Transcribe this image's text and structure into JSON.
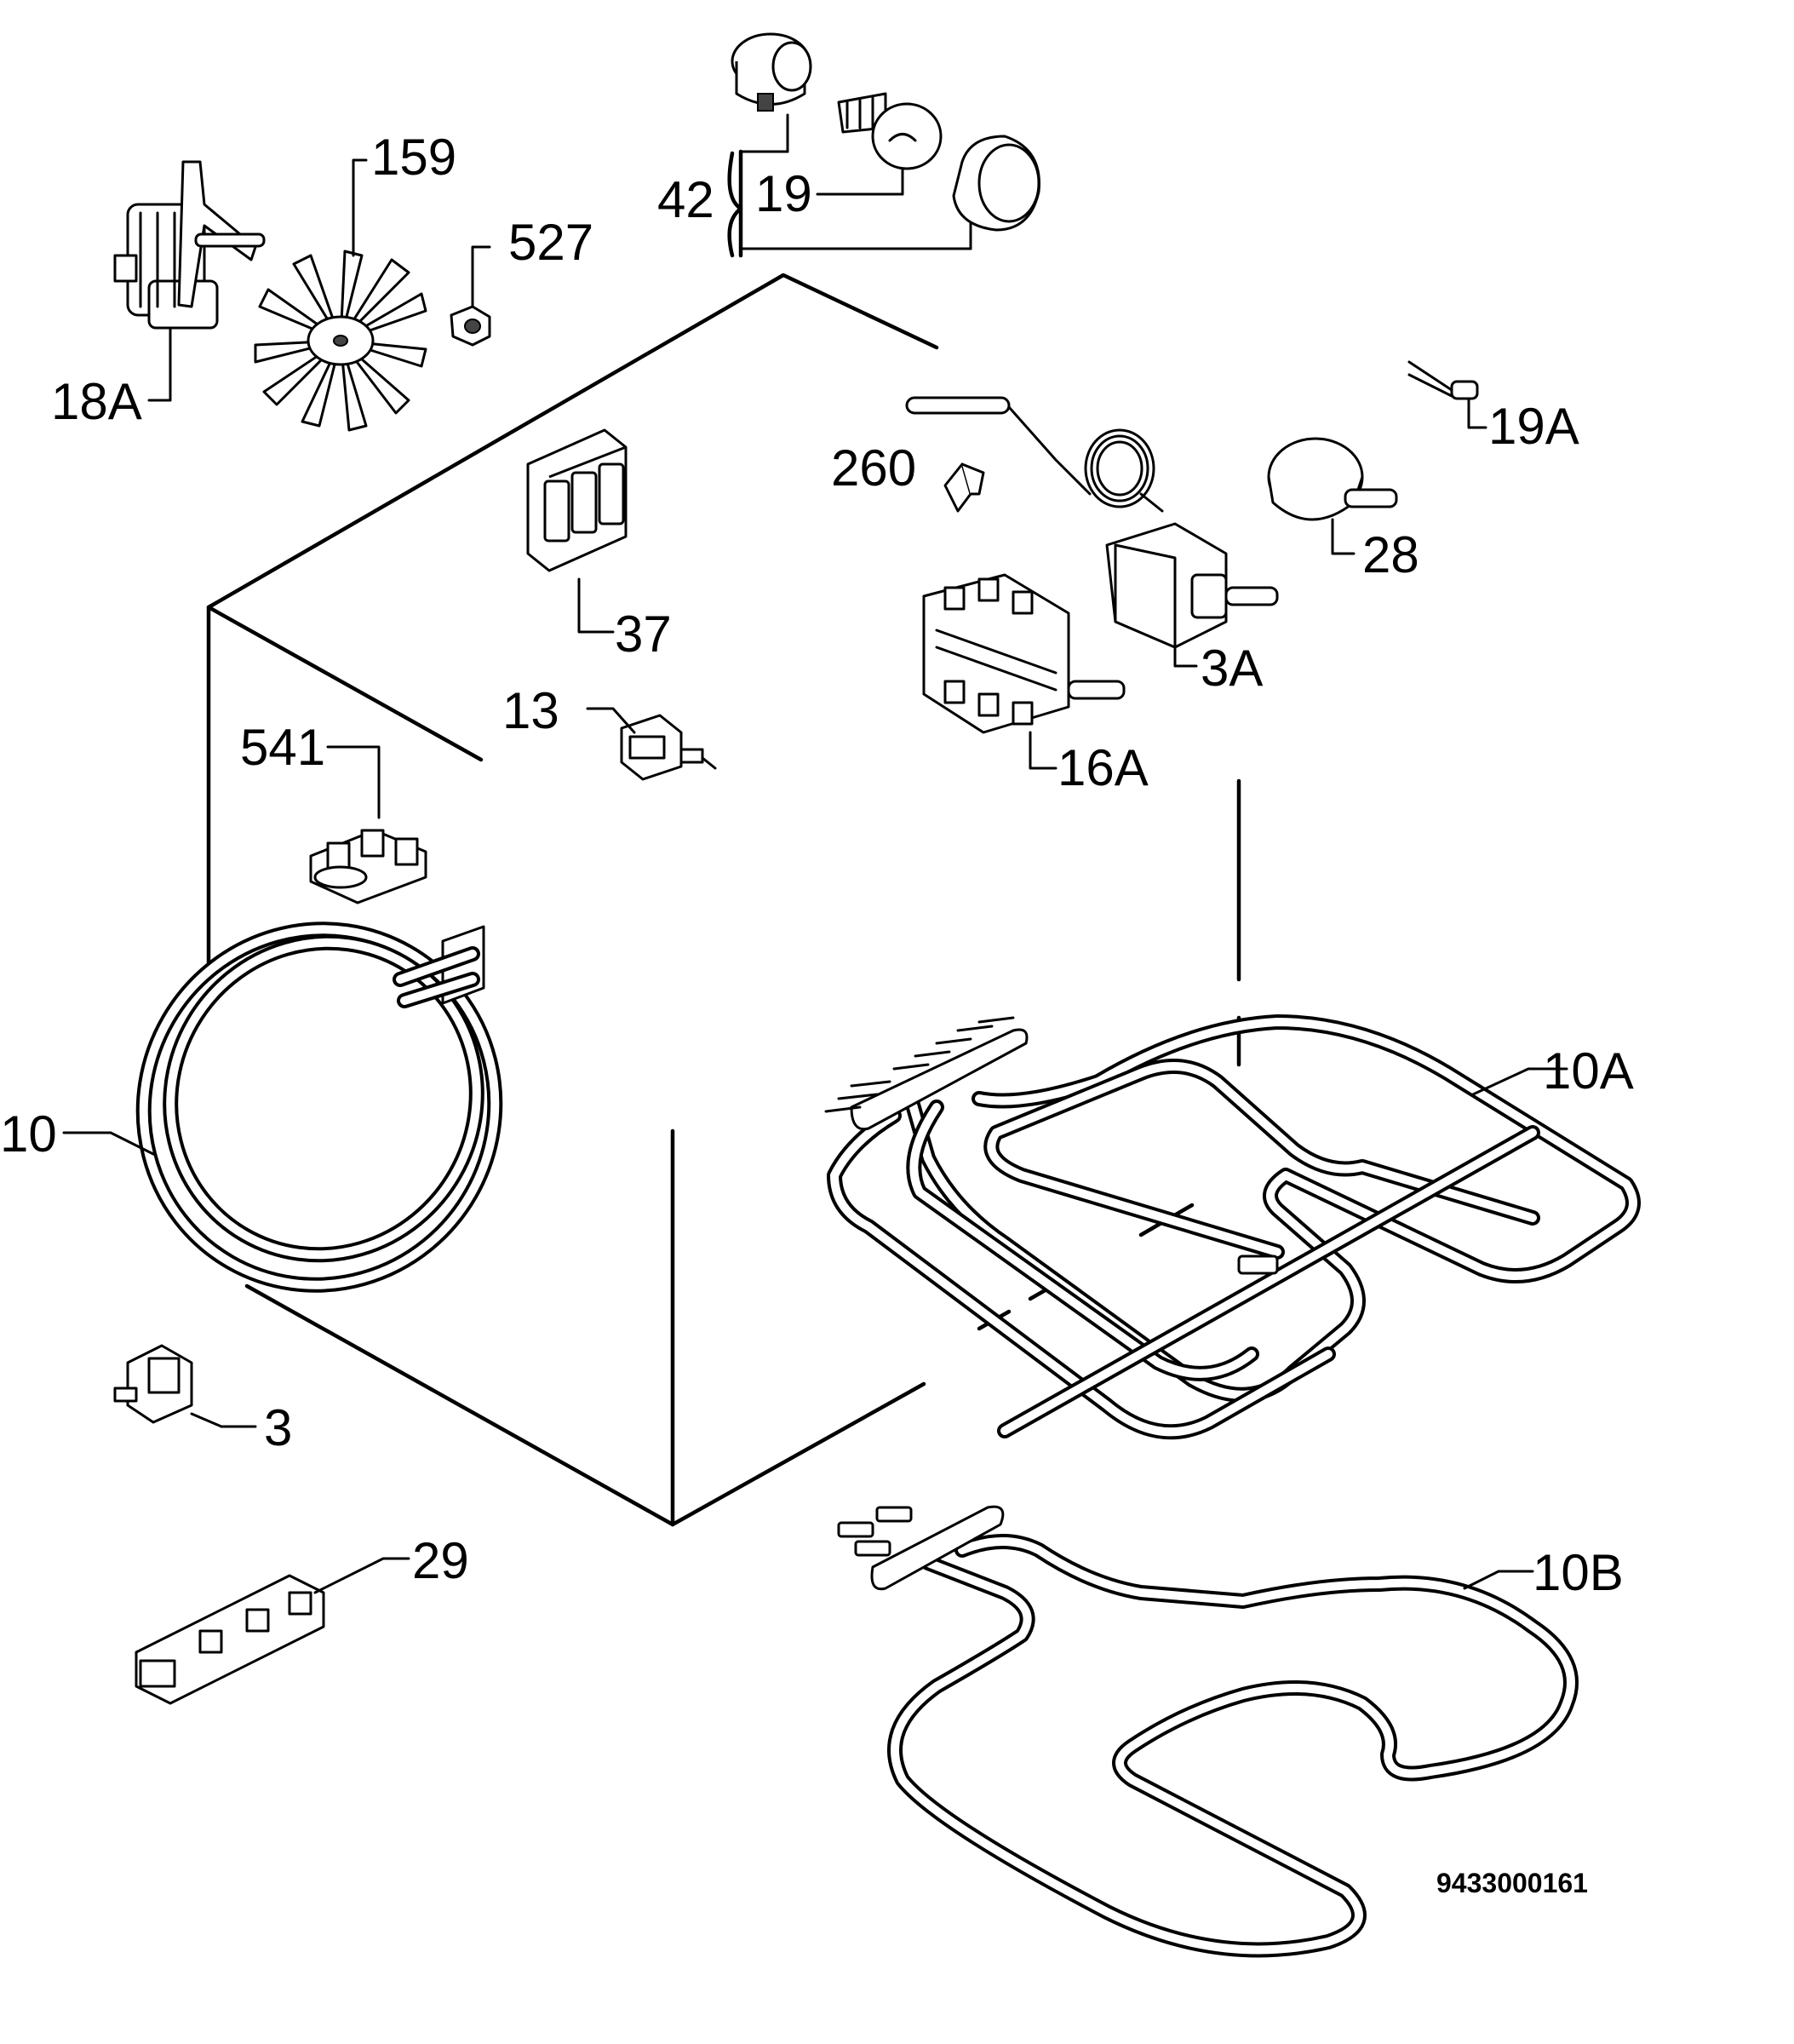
{
  "drawing_ref": "9433000161",
  "labels": {
    "l_18A": "18A",
    "l_159": "159",
    "l_527": "527",
    "l_42": "42",
    "l_19": "19",
    "l_19A": "19A",
    "l_260": "260",
    "l_28": "28",
    "l_37": "37",
    "l_3A": "3A",
    "l_13": "13",
    "l_16A": "16A",
    "l_541": "541",
    "l_10": "10",
    "l_10A": "10A",
    "l_3": "3",
    "l_29": "29",
    "l_10B": "10B"
  }
}
